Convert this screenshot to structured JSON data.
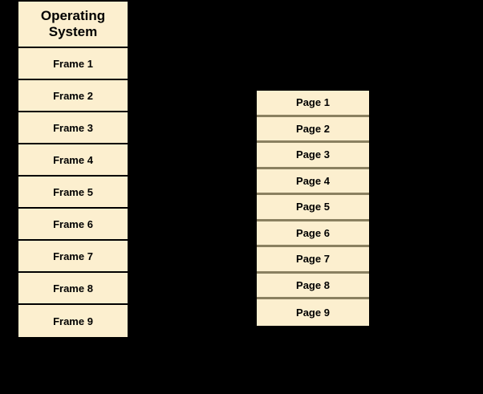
{
  "background_color": "#000000",
  "cell_fill_color": "#fcefcf",
  "memory_column": {
    "header": "Operating System",
    "border_color": "#000000",
    "frames": [
      {
        "label": "Frame 1"
      },
      {
        "label": "Frame 2"
      },
      {
        "label": "Frame 3"
      },
      {
        "label": "Frame 4"
      },
      {
        "label": "Frame 5"
      },
      {
        "label": "Frame 6"
      },
      {
        "label": "Frame 7"
      },
      {
        "label": "Frame 8"
      },
      {
        "label": "Frame 9"
      }
    ]
  },
  "page_column": {
    "divider_color": "#8a8060",
    "pages": [
      {
        "label": "Page 1"
      },
      {
        "label": "Page 2"
      },
      {
        "label": "Page 3"
      },
      {
        "label": "Page 4"
      },
      {
        "label": "Page 5"
      },
      {
        "label": "Page 6"
      },
      {
        "label": "Page 7"
      },
      {
        "label": "Page 8"
      },
      {
        "label": "Page 9"
      }
    ]
  }
}
